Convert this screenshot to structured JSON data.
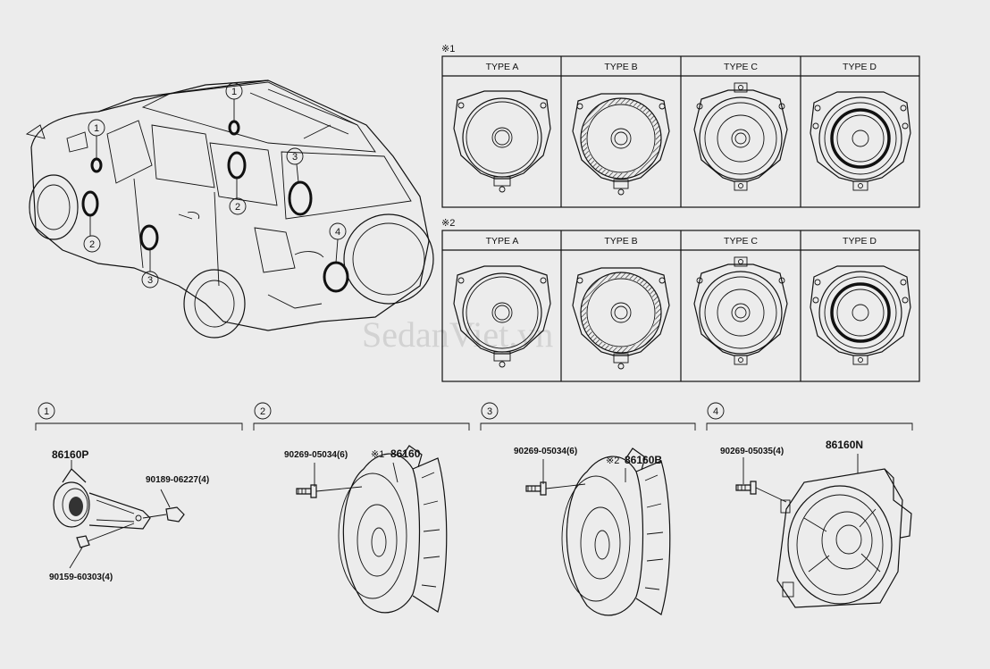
{
  "watermark": "SedanViet.vn",
  "table1": {
    "note": "※1",
    "types": [
      "TYPE A",
      "TYPE B",
      "TYPE C",
      "TYPE D"
    ]
  },
  "table2": {
    "note": "※2",
    "types": [
      "TYPE A",
      "TYPE B",
      "TYPE C",
      "TYPE D"
    ]
  },
  "vehicle_callouts": [
    "1",
    "1",
    "2",
    "2",
    "3",
    "3",
    "4"
  ],
  "sections": [
    {
      "index": "1",
      "parts": [
        {
          "number": "86160P"
        },
        {
          "number": "90189-06227(4)"
        },
        {
          "number": "90159-60303(4)"
        }
      ]
    },
    {
      "index": "2",
      "parts": [
        {
          "number": "90269-05034(6)"
        },
        {
          "note": "※1",
          "number": "86160"
        }
      ]
    },
    {
      "index": "3",
      "parts": [
        {
          "number": "90269-05034(6)"
        },
        {
          "note": "※2",
          "number": "86160B"
        }
      ]
    },
    {
      "index": "4",
      "parts": [
        {
          "number": "90269-05035(4)"
        },
        {
          "number": "86160N"
        }
      ]
    }
  ]
}
